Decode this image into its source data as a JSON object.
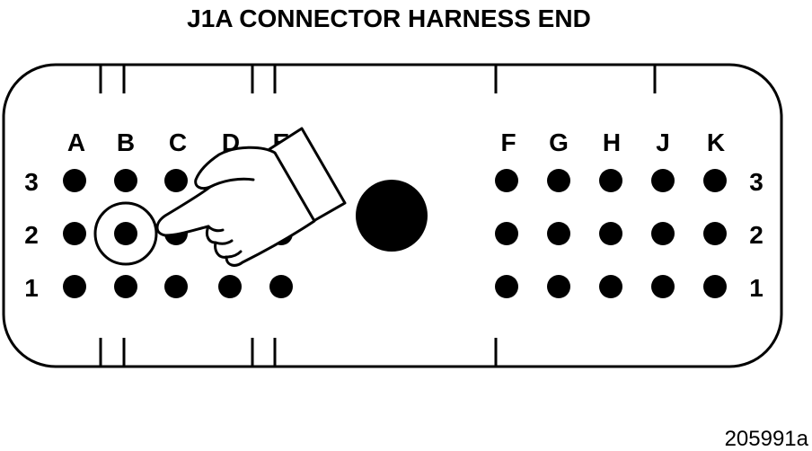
{
  "title": "J1A CONNECTOR HARNESS END",
  "figure_id": "205991a",
  "left_block": {
    "columns": [
      "A",
      "B",
      "C",
      "D",
      "E"
    ],
    "rows": [
      "3",
      "2",
      "1"
    ]
  },
  "right_block": {
    "columns": [
      "F",
      "G",
      "H",
      "J",
      "K"
    ],
    "rows": [
      "3",
      "2",
      "1"
    ]
  },
  "highlighted_pin": {
    "column": "B",
    "row": "2"
  },
  "colors": {
    "ink": "#000000",
    "paper": "#ffffff"
  },
  "icons": {
    "pointer": "pointing-hand-icon",
    "key": "keying-hole-icon"
  }
}
